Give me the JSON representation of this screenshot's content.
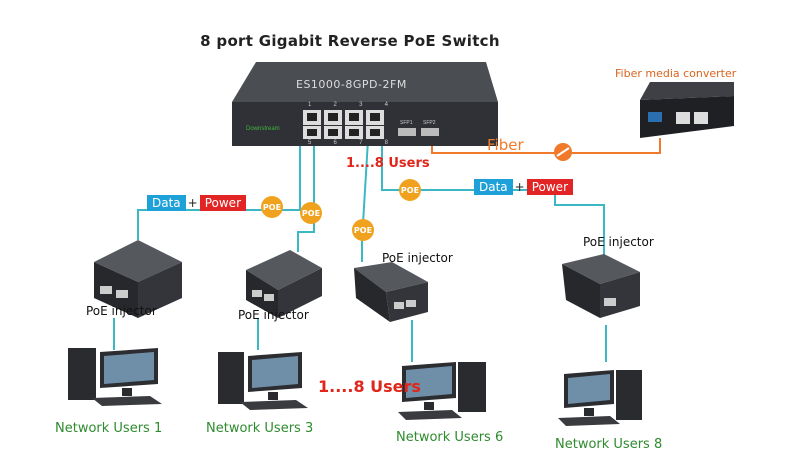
{
  "title": "8 port Gigabit Reverse PoE Switch",
  "switch": {
    "model": "ES1000-8GPD-2FM",
    "port_numbers_top": [
      "1",
      "2",
      "3",
      "4"
    ],
    "port_numbers_bottom": [
      "5",
      "6",
      "7",
      "8"
    ],
    "sfp_labels": [
      "SFP1",
      "SFP2"
    ],
    "side_text": "Downstream"
  },
  "fiber_converter_label": "Fiber media converter",
  "fiber_label": "Fiber",
  "users_range_top": "1....8 Users",
  "users_range_bottom": "1....8 Users",
  "data_power_left": {
    "data": "Data",
    "plus": "+",
    "power": "Power"
  },
  "data_power_right": {
    "data": "Data",
    "plus": "+",
    "power": "Power"
  },
  "poe_badge": "POE",
  "injectors": [
    "PoE injector",
    "PoE injector",
    "PoE injector",
    "PoE injector"
  ],
  "users": [
    "Network Users 1",
    "Network Users 3",
    "Network Users 6",
    "Network Users 8"
  ],
  "colors": {
    "cable": "#3cb7c4",
    "fiber": "#f07a2a",
    "poe": "#f0a21e",
    "data": "#1ea0d8",
    "power": "#e22424",
    "green": "#2e8b2e"
  }
}
